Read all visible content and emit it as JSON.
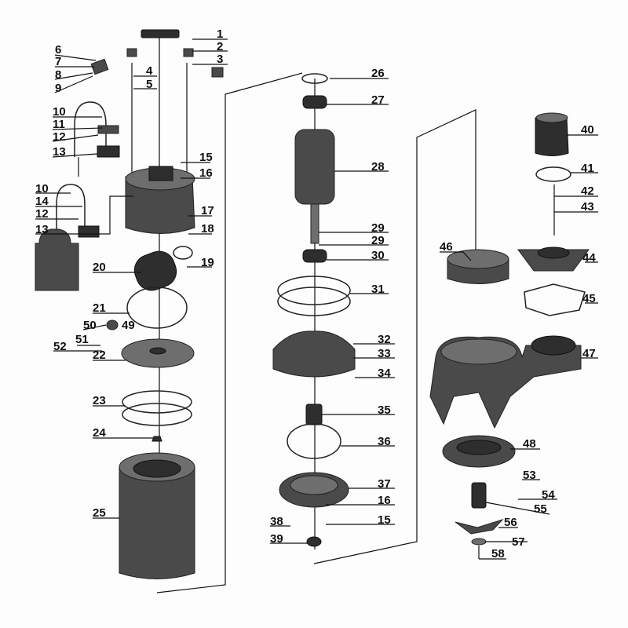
{
  "title": "Exploded parts diagram - submersible pump",
  "labels": {
    "l1": "1",
    "l2": "2",
    "l3": "3",
    "l4": "4",
    "l5": "5",
    "l6": "6",
    "l7": "7",
    "l8": "8",
    "l9": "9",
    "l10a": "10",
    "l11": "11",
    "l12a": "12",
    "l13a": "13",
    "l10b": "10",
    "l14": "14",
    "l12b": "12",
    "l13b": "13",
    "l15a": "15",
    "l16a": "16",
    "l17": "17",
    "l18": "18",
    "l19": "19",
    "l20": "20",
    "l21": "21",
    "l22": "22",
    "l23": "23",
    "l24": "24",
    "l25": "25",
    "l26": "26",
    "l27": "27",
    "l28": "28",
    "l29a": "29",
    "l29b": "29",
    "l30": "30",
    "l31": "31",
    "l32": "32",
    "l33": "33",
    "l34": "34",
    "l35": "35",
    "l36": "36",
    "l37": "37",
    "l16b": "16",
    "l15b": "15",
    "l38": "38",
    "l39": "39",
    "l40": "40",
    "l41": "41",
    "l42": "42",
    "l43": "43",
    "l44": "44",
    "l45": "45",
    "l46": "46",
    "l47": "47",
    "l48": "48",
    "l49": "49",
    "l50": "50",
    "l51": "51",
    "l52": "52",
    "l53": "53",
    "l54": "54",
    "l55": "55",
    "l56": "56",
    "l57": "57",
    "l58": "58"
  }
}
